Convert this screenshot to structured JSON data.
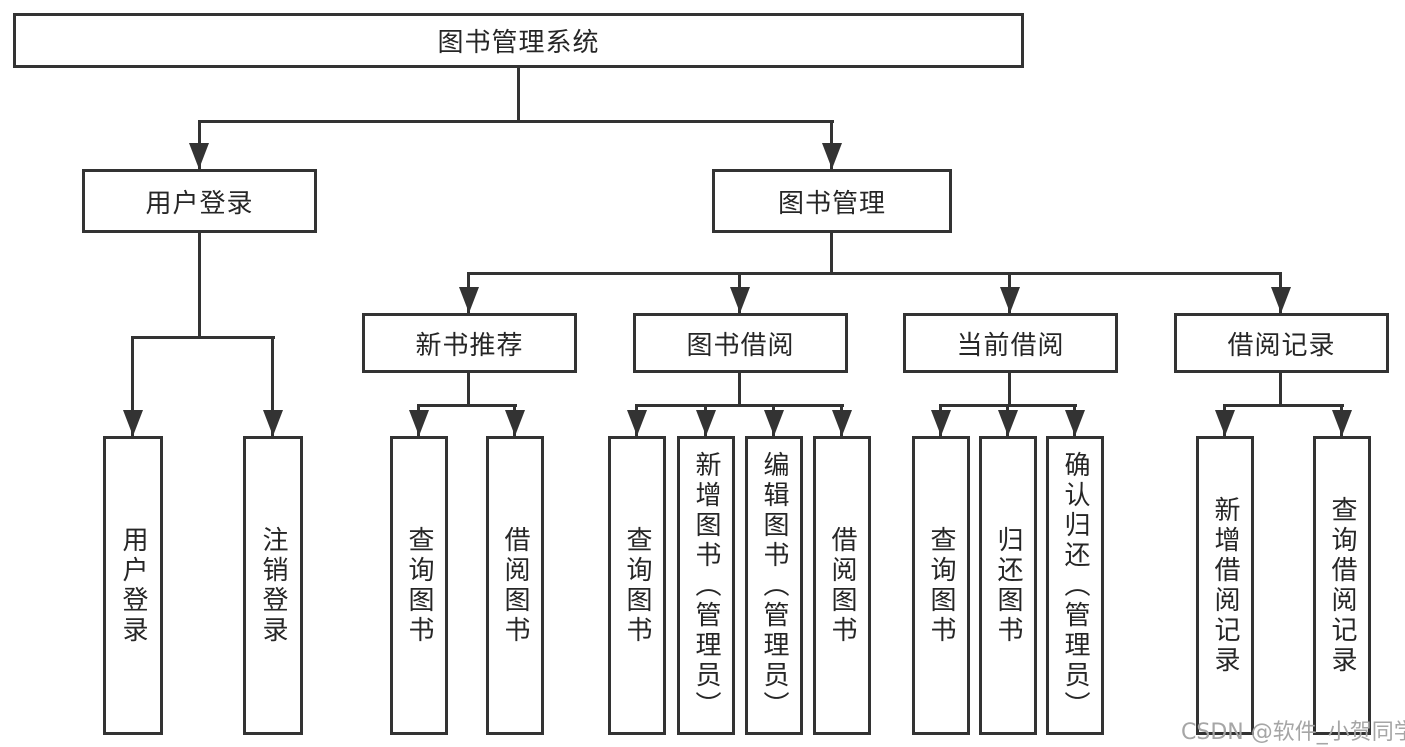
{
  "diagram": {
    "title_node": {
      "label": "图书管理系统"
    },
    "level1": [
      {
        "label": "用户登录"
      },
      {
        "label": "图书管理"
      }
    ],
    "level2": [
      {
        "label": "新书推荐"
      },
      {
        "label": "图书借阅"
      },
      {
        "label": "当前借阅"
      },
      {
        "label": "借阅记录"
      }
    ],
    "leaves": {
      "user_login": [
        "用户登录",
        "注销登录"
      ],
      "new_book": [
        "查询图书",
        "借阅图书"
      ],
      "book_borrow": [
        "查询图书",
        "新增图书（管理员）",
        "编辑图书（管理员）",
        "借阅图书"
      ],
      "current_borrow": [
        "查询图书",
        "归还图书",
        "确认归还（管理员）"
      ],
      "borrow_record": [
        "新增借阅记录",
        "查询借阅记录"
      ]
    }
  },
  "watermark": {
    "text": "CSDN @软件_小贺同学"
  },
  "colors": {
    "line": "#333333",
    "text": "#262626",
    "watermark": "#a6a6a6",
    "background": "#ffffff"
  }
}
